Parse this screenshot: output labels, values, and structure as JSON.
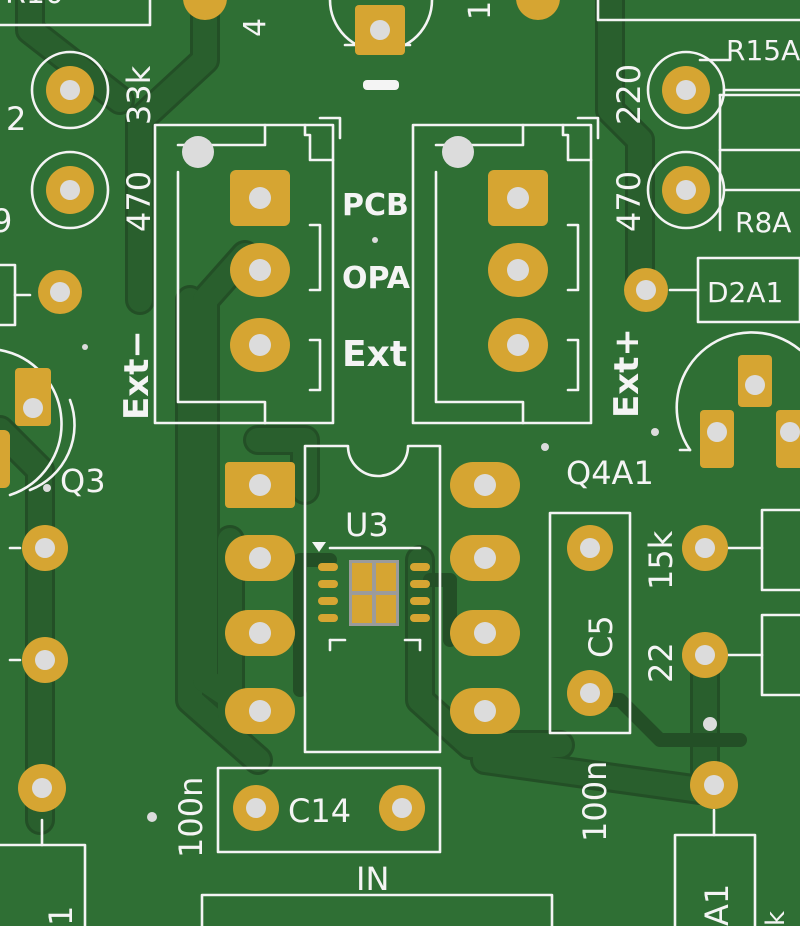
{
  "board": {
    "background": "#2f6f34",
    "trace_color": "#295f2d",
    "silkscreen_color": "#f4f4f4",
    "pad_color": "#d6a532",
    "hole_color": "#dcdcdc"
  },
  "labels": {
    "r15a": "R15A",
    "r8a": "R8A",
    "d2a1": "D2A1",
    "q3": "Q3",
    "q4a1": "Q4A1",
    "u3": "U3",
    "c5": "C5",
    "c14": "C14",
    "in": "IN",
    "pcb": "PCB",
    "opa": "OPA",
    "ext": "Ext",
    "ext_minus": "Ext−",
    "ext_plus": "Ext+",
    "val_33k": "33k",
    "val_470_left": "470",
    "val_470_right": "470",
    "val_220": "220",
    "val_15k": "15k",
    "val_22": "22",
    "val_100n_left": "100n",
    "val_100n_right": "100n",
    "frag_2": "2",
    "frag_9": "9",
    "frag_4": "4",
    "frag_1": "1",
    "frag_a1": "A1",
    "frag_k": "k",
    "frag_1_bottom": "1",
    "frag_r10": "R10"
  }
}
